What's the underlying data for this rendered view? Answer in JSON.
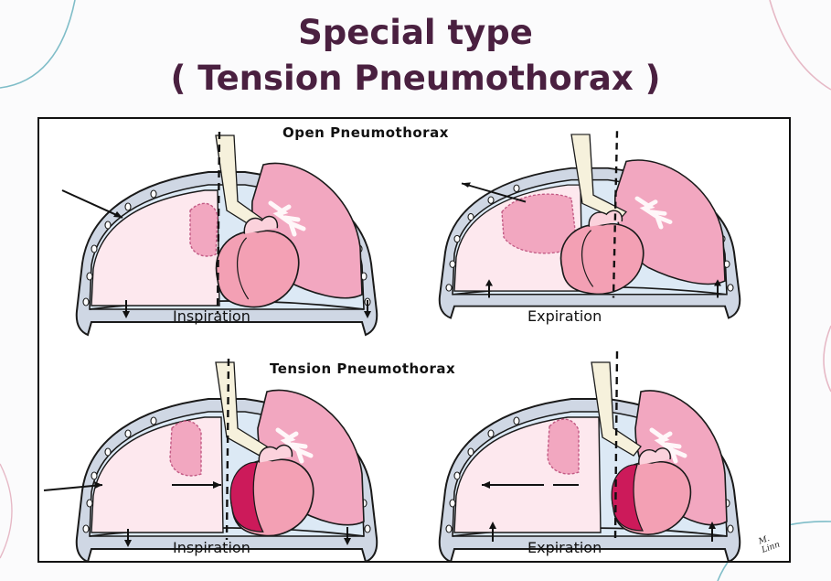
{
  "slide": {
    "title_line1": "Special type",
    "title_line2": "( Tension Pneumothorax )"
  },
  "figure": {
    "open_section_title": "Open Pneumothorax",
    "tension_section_title": "Tension Pneumothorax",
    "open_inspiration_label": "Inspiration",
    "open_expiration_label": "Expiration",
    "tension_inspiration_label": "Inspiration",
    "tension_expiration_label": "Expiration",
    "artist_signature": "M. Linn",
    "colors": {
      "lung": "#f2a7c0",
      "lung_edge": "#c25a84",
      "collapsed_air": "#fde8ee",
      "pleural_fluid": "#cfe3f2",
      "heart_light": "#f7b7c6",
      "heart_dark": "#cc1a5a",
      "trachea": "#f6f1dc",
      "chest_wall": "#cfd7e4"
    }
  }
}
